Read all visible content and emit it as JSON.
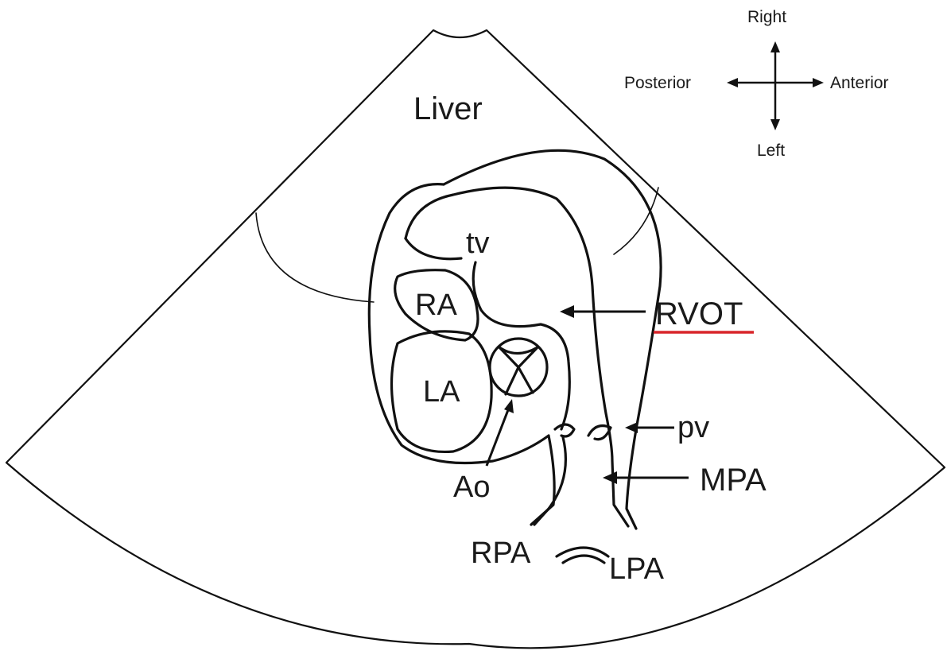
{
  "diagram": {
    "labels": {
      "liver": "Liver",
      "tv": "tv",
      "ra": "RA",
      "la": "LA",
      "rvot": "RVOT",
      "pv": "pv",
      "ao": "Ao",
      "mpa": "MPA",
      "rpa": "RPA",
      "lpa": "LPA"
    },
    "orientation": {
      "right": "Right",
      "left": "Left",
      "posterior": "Posterior",
      "anterior": "Anterior"
    },
    "highlight_color": "#d9252a",
    "line_color": "#111111"
  }
}
